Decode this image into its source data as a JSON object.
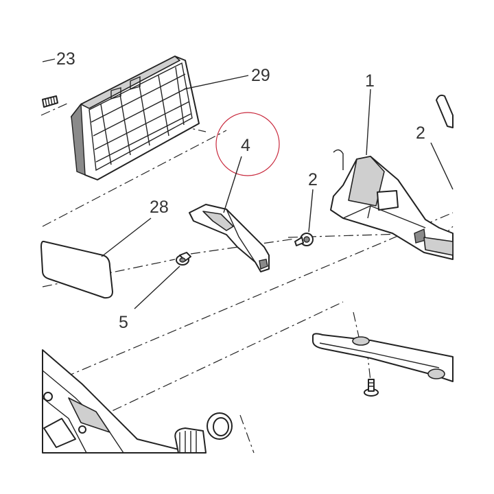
{
  "diagram": {
    "callouts": [
      {
        "id": "23",
        "label": "23"
      },
      {
        "id": "29",
        "label": "29"
      },
      {
        "id": "1",
        "label": "1"
      },
      {
        "id": "2a",
        "label": "2"
      },
      {
        "id": "4",
        "label": "4"
      },
      {
        "id": "2b",
        "label": "2"
      },
      {
        "id": "28",
        "label": "28"
      },
      {
        "id": "5",
        "label": "5"
      }
    ],
    "highlight": {
      "part": "4",
      "color": "#c8283c"
    },
    "colors": {
      "line": "#222222",
      "shade": "#cfcfcf",
      "background": "#ffffff"
    }
  }
}
